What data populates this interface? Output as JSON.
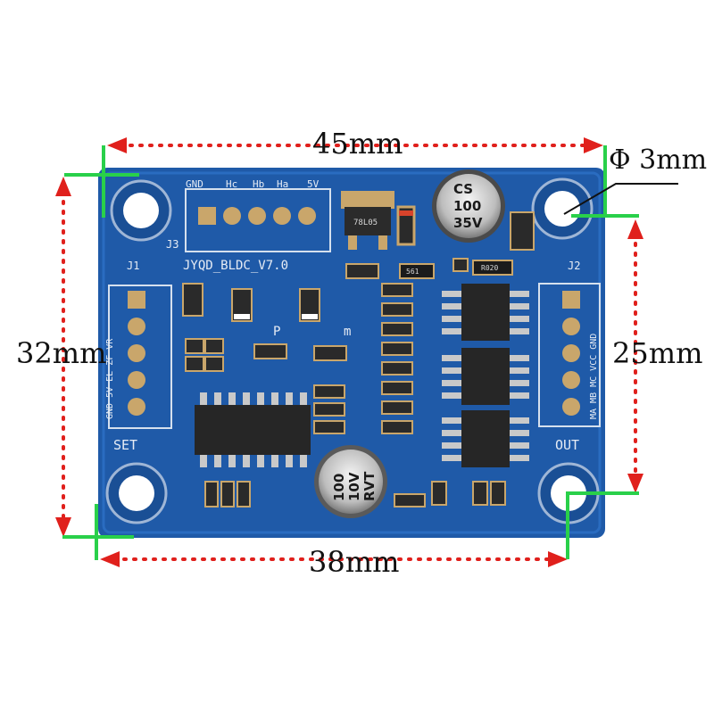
{
  "dimensions": {
    "width_top": "45mm",
    "hole_diameter": "Φ 3mm",
    "height_left": "32mm",
    "height_right": "25mm",
    "width_bottom": "38mm"
  },
  "board": {
    "name": "JYQD_BLDC_V7.0",
    "header_top": {
      "label": "J3",
      "pins": [
        "GND",
        "Hc",
        "Hb",
        "Ha",
        "5V"
      ]
    },
    "header_left": {
      "label": "J1",
      "pins": "GND 5V EL ZF VR"
    },
    "header_right": {
      "label": "J2",
      "pins": "MA MB MC VCC GND"
    },
    "label_set": "SET",
    "label_out": "OUT",
    "label_p": "P",
    "label_m": "m",
    "regulator_marking": "78L05",
    "cap_large": {
      "line1": "CS",
      "line2": "100",
      "line3": "35V"
    },
    "cap_small": {
      "line1": "100",
      "line2": "10V",
      "line3": "RVT"
    },
    "resistor_codes": [
      "561",
      "R020"
    ]
  },
  "colors": {
    "pcb_blue": "#1f5aa8",
    "dimension_red": "#e0201c",
    "marker_green": "#29d04a",
    "pad_gold": "#c9a66b"
  }
}
